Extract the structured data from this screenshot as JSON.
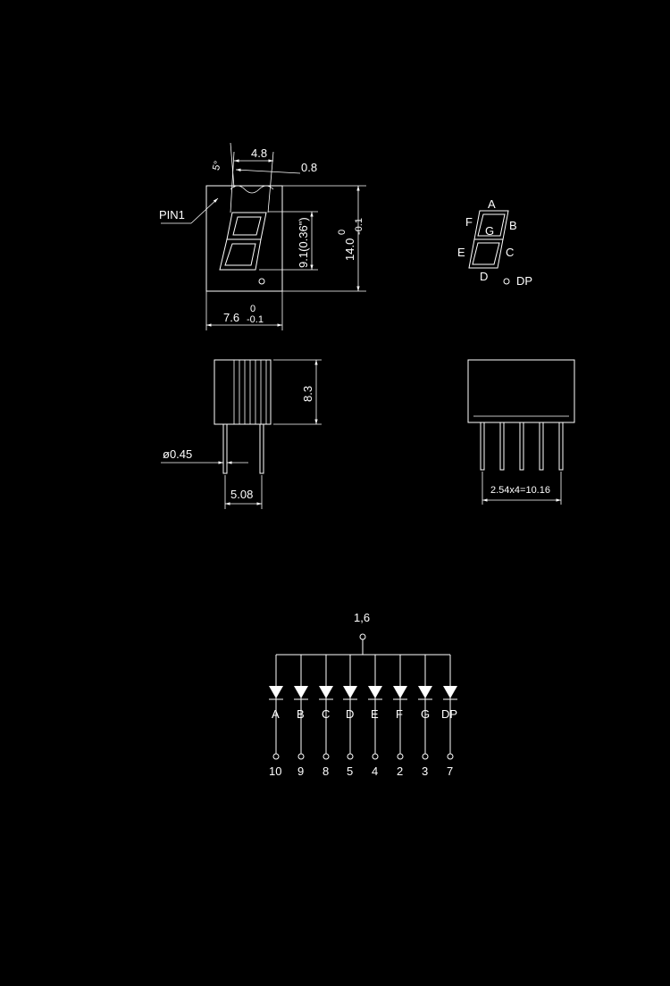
{
  "drawing": {
    "background": "#000000",
    "line_color": "#ffffff",
    "front_view": {
      "dim_top_width": "4.8",
      "dim_slant": "5°",
      "dim_segment_width": "0.8",
      "pin1_label": "PIN1",
      "dim_digit_height": "9.1(0.36\")",
      "dim_height_nominal": "14.0",
      "dim_height_tol_upper": "0",
      "dim_height_tol_lower": "-0.1",
      "dim_width_nominal": "7.6",
      "dim_width_tol_upper": "0",
      "dim_width_tol_lower": "-0.1"
    },
    "segment_legend": {
      "labels": [
        "A",
        "B",
        "C",
        "D",
        "E",
        "F",
        "G",
        "DP"
      ]
    },
    "side_view": {
      "dim_body_height": "8.3",
      "dim_pin_diameter": "ø0.45",
      "dim_pin_row_spacing": "5.08"
    },
    "bottom_view": {
      "dim_pin_pitch": "2.54x4=10.16"
    },
    "schematic": {
      "common_pin": "1,6",
      "segments": [
        "A",
        "B",
        "C",
        "D",
        "E",
        "F",
        "G",
        "DP"
      ],
      "pins": [
        "10",
        "9",
        "8",
        "5",
        "4",
        "2",
        "3",
        "7"
      ]
    }
  }
}
